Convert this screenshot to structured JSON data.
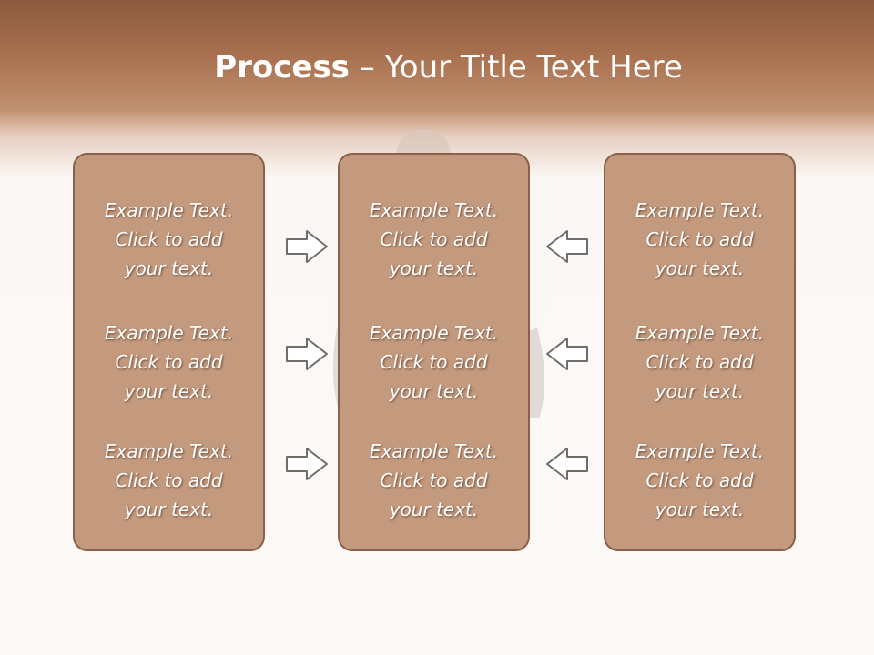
{
  "slide": {
    "title_bold": "Process",
    "title_rest": " – Your Title Text Here"
  },
  "columns": [
    {
      "cells": [
        {
          "line1": "Example Text.",
          "line2": "Click  to add",
          "line3": "your text."
        },
        {
          "line1": "Example Text.",
          "line2": "Click  to add",
          "line3": "your text."
        },
        {
          "line1": "Example Text.",
          "line2": "Click  to add",
          "line3": "your text."
        }
      ]
    },
    {
      "cells": [
        {
          "line1": "Example Text.",
          "line2": "Click  to add",
          "line3": "your text."
        },
        {
          "line1": "Example Text.",
          "line2": "Click  to add",
          "line3": "your text."
        },
        {
          "line1": "Example Text.",
          "line2": "Click  to add",
          "line3": "your text."
        }
      ]
    },
    {
      "cells": [
        {
          "line1": "Example Text.",
          "line2": "Click  to add",
          "line3": "your text."
        },
        {
          "line1": "Example Text.",
          "line2": "Click  to add",
          "line3": "your text."
        },
        {
          "line1": "Example Text.",
          "line2": "Click  to add",
          "line3": "your text."
        }
      ]
    }
  ],
  "arrows": {
    "left_group": "arrow-right-icon",
    "right_group": "arrow-left-icon"
  },
  "colors": {
    "box_fill": "#c49a7e",
    "box_border": "#8a6048",
    "header_top": "#8b5a3e",
    "arrow_stroke": "#6e6e6e"
  }
}
